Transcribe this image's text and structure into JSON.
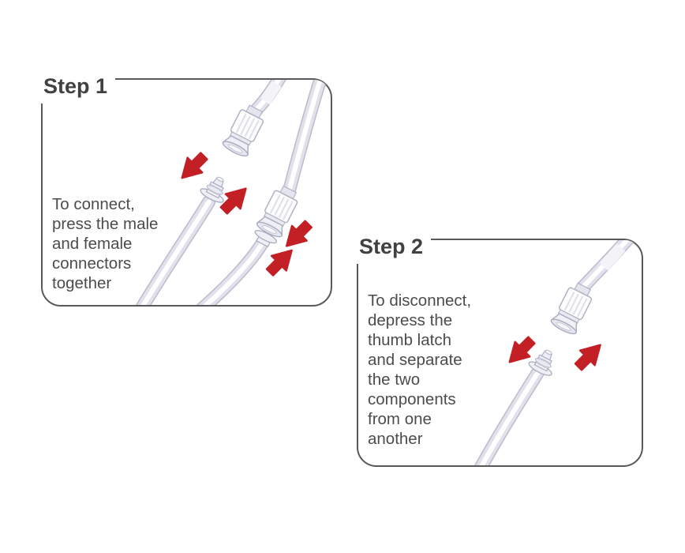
{
  "page": {
    "background": "#ffffff"
  },
  "steps": [
    {
      "title": "Step 1",
      "instruction": "To connect,\npress the male\nand female\nconnectors\ntogether"
    },
    {
      "title": "Step 2",
      "instruction": "To disconnect,\ndepress the\nthumb latch\nand separate\nthe two\ncomponents\nfrom one\nanother"
    }
  ],
  "colors": {
    "page_bg": "#ffffff",
    "panel_border": "#58595b",
    "title_text": "#414042",
    "body_text": "#4b4c4e",
    "arrow_red": "#c32026",
    "tubing_edge": "#babccb",
    "tubing_body": "#e0e1ea",
    "tubing_highlight": "#ffffff",
    "connector_fill": "#eef0f6",
    "connector_outline": "#a9abbe"
  },
  "icons": {
    "direction_arrow": "red-arrow",
    "step1_arrows": [
      "arrow-down-left",
      "arrow-up-right",
      "arrow-down-left",
      "arrow-up-right"
    ],
    "step2_arrows": [
      "arrow-down-left",
      "arrow-up-right"
    ]
  },
  "illustration": {
    "step1": "male and female tubing connectors pressed together",
    "step2": "tubing components separated from one another"
  }
}
